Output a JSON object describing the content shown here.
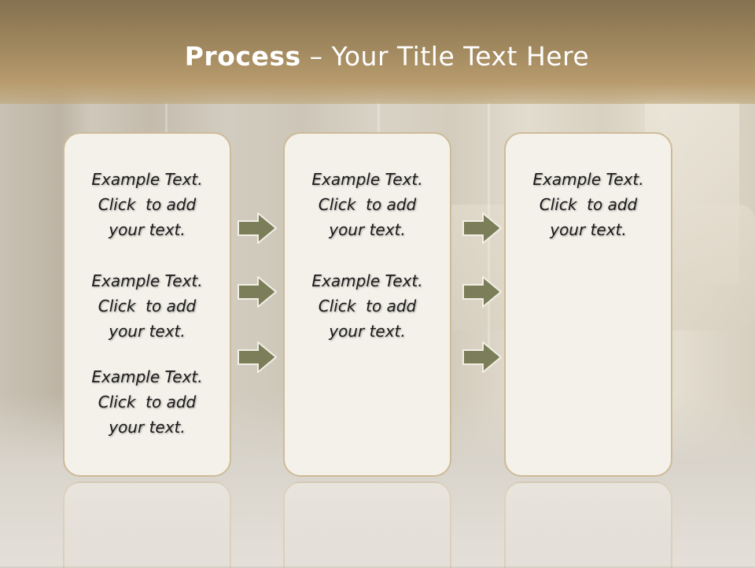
{
  "title": {
    "bold": "Process",
    "rest": " – Your Title Text Here"
  },
  "columns": [
    {
      "items": [
        {
          "l1": "Example Text.",
          "l2": "Click  to add",
          "l3": "your text."
        },
        {
          "l1": "Example Text.",
          "l2": "Click  to add",
          "l3": "your text."
        },
        {
          "l1": "Example Text.",
          "l2": "Click  to add",
          "l3": "your text."
        }
      ]
    },
    {
      "items": [
        {
          "l1": "Example Text.",
          "l2": "Click  to add",
          "l3": "your text."
        },
        {
          "l1": "Example Text.",
          "l2": "Click  to add",
          "l3": "your text."
        }
      ]
    },
    {
      "items": [
        {
          "l1": "Example Text.",
          "l2": "Click  to add",
          "l3": "your text."
        }
      ]
    }
  ],
  "colors": {
    "arrow_fill": "#7b7e58",
    "arrow_stroke": "#f2efe6",
    "header": "#a38a60",
    "panel_border": "#cdbb98"
  },
  "icons": {
    "arrow": "right-arrow-icon"
  }
}
